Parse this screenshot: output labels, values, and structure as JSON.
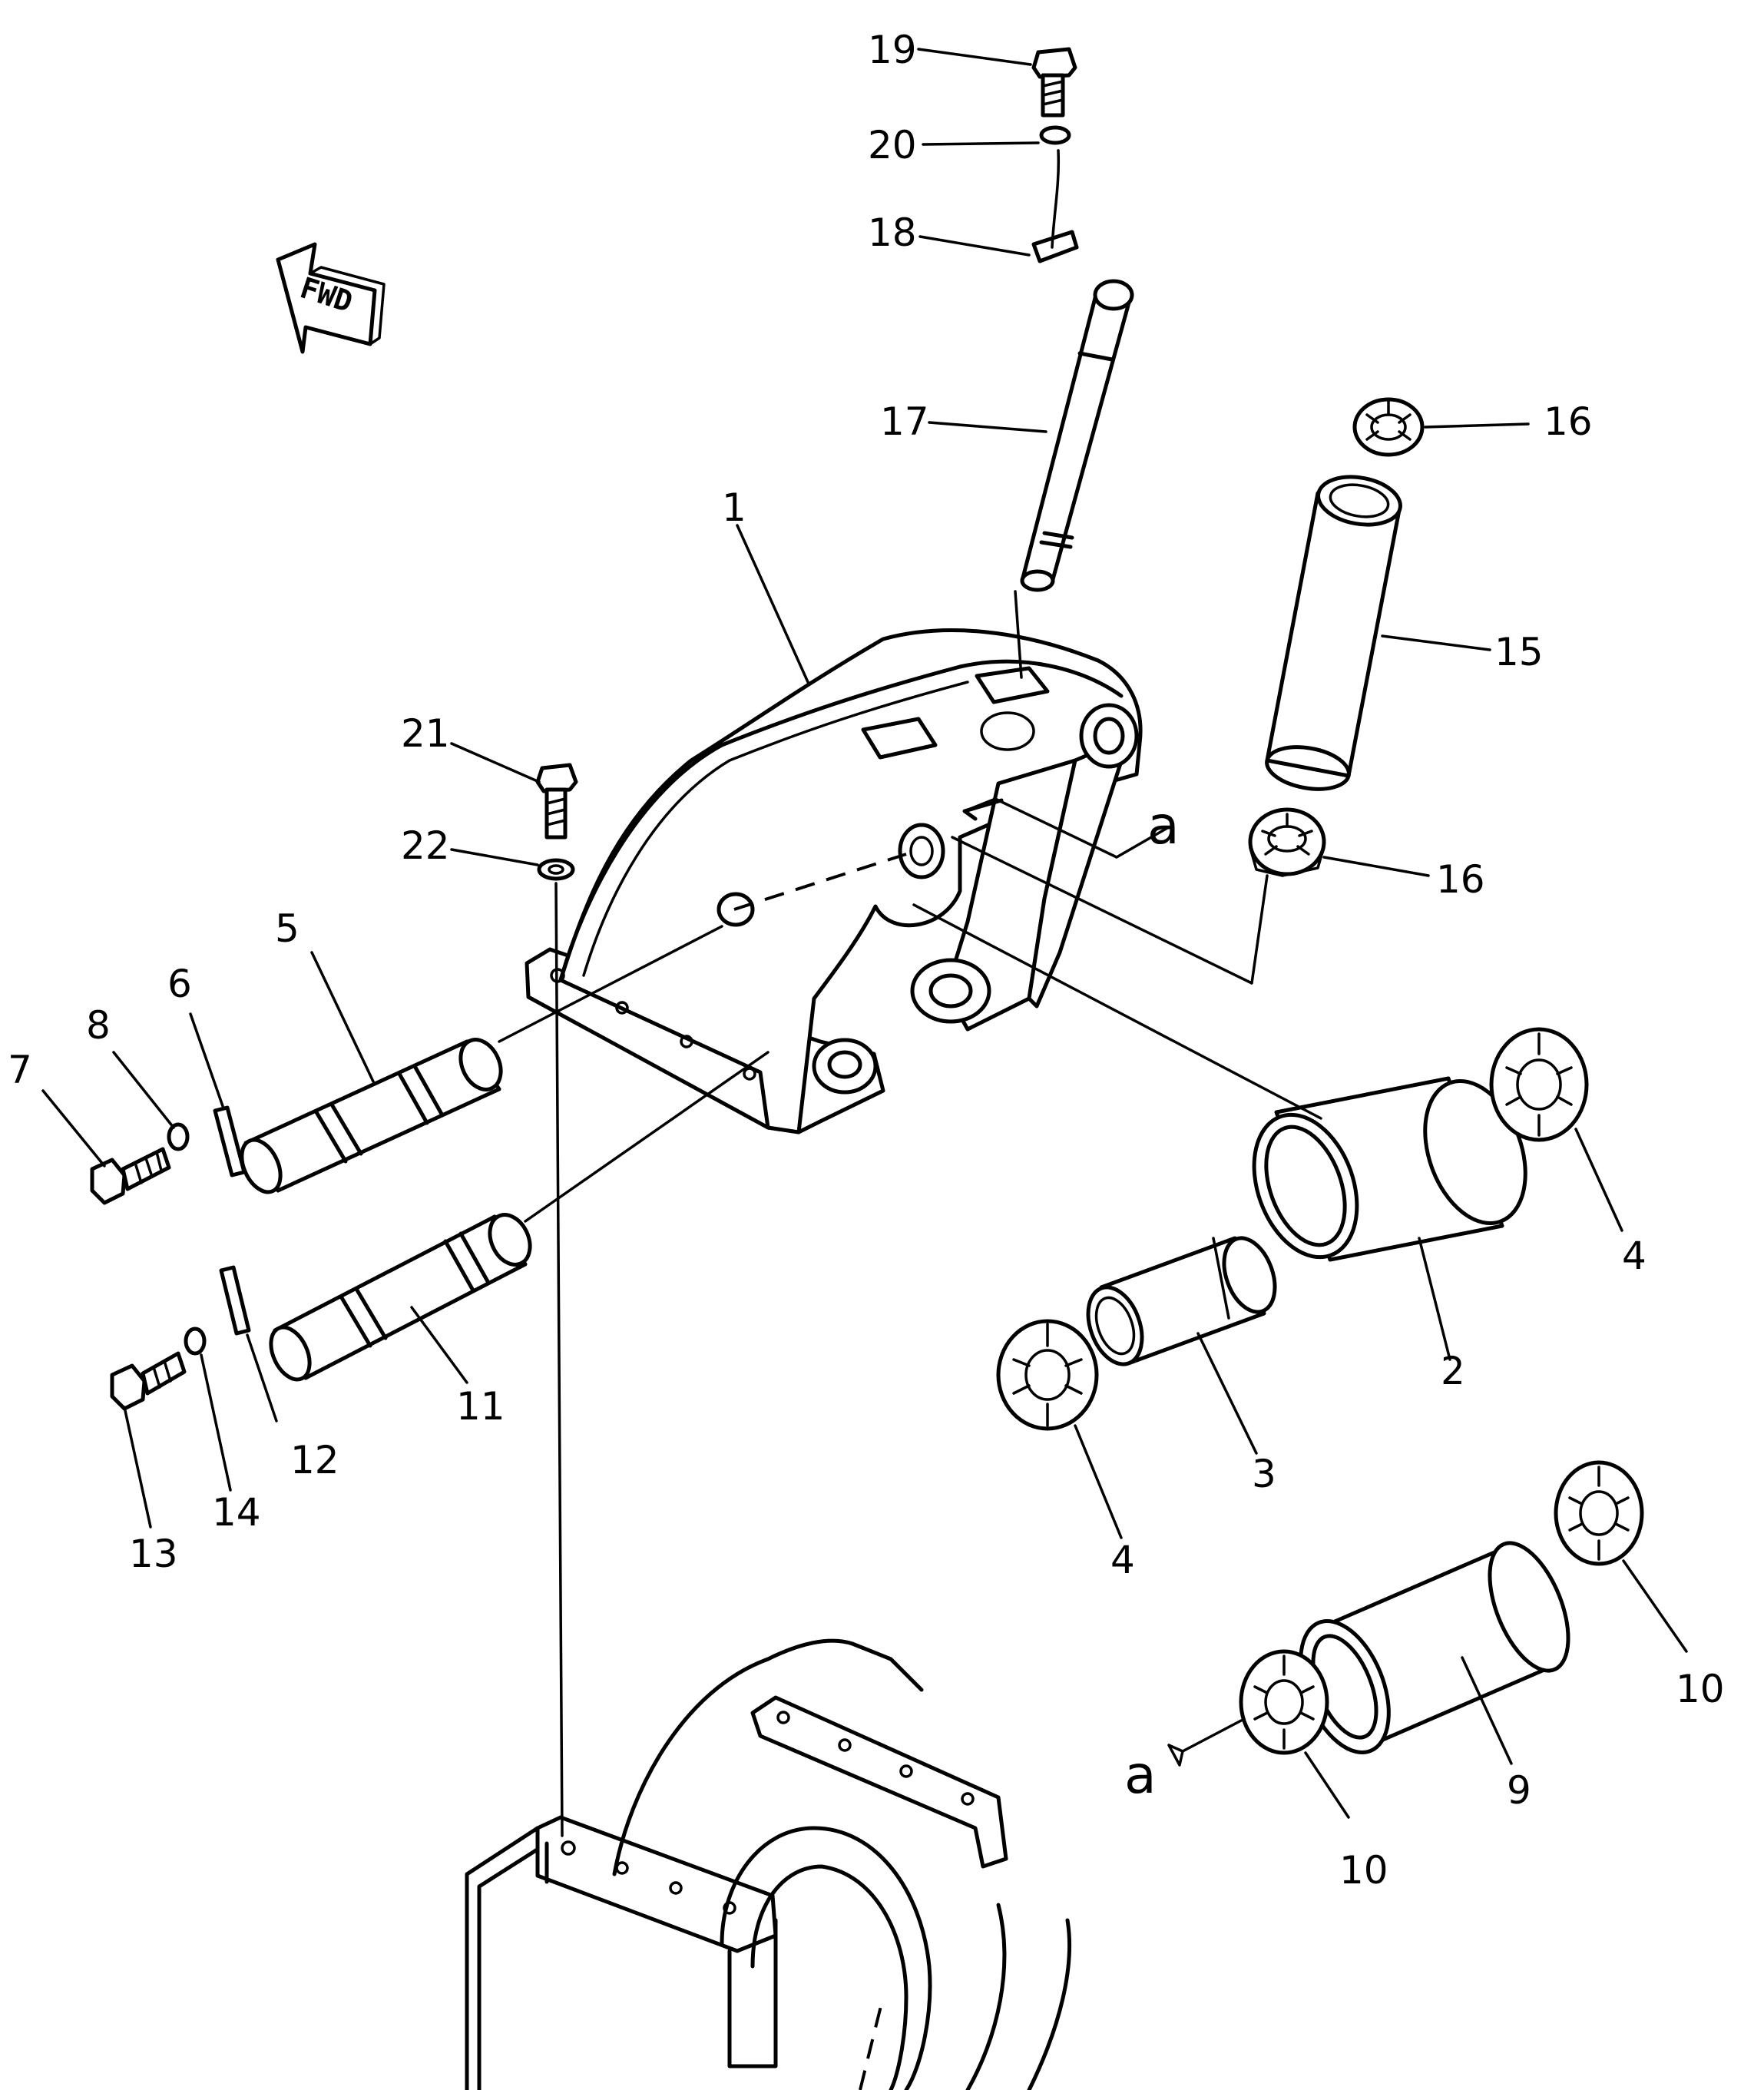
{
  "direction_marker": {
    "text": "FWD"
  },
  "section_ref": "a",
  "callouts": [
    {
      "id": "1",
      "text": "1"
    },
    {
      "id": "2",
      "text": "2"
    },
    {
      "id": "3",
      "text": "3"
    },
    {
      "id": "4a",
      "text": "4"
    },
    {
      "id": "4b",
      "text": "4"
    },
    {
      "id": "5",
      "text": "5"
    },
    {
      "id": "6",
      "text": "6"
    },
    {
      "id": "7",
      "text": "7"
    },
    {
      "id": "8",
      "text": "8"
    },
    {
      "id": "9",
      "text": "9"
    },
    {
      "id": "10a",
      "text": "10"
    },
    {
      "id": "10b",
      "text": "10"
    },
    {
      "id": "11",
      "text": "11"
    },
    {
      "id": "12",
      "text": "12"
    },
    {
      "id": "13",
      "text": "13"
    },
    {
      "id": "14",
      "text": "14"
    },
    {
      "id": "15",
      "text": "15"
    },
    {
      "id": "16a",
      "text": "16"
    },
    {
      "id": "16b",
      "text": "16"
    },
    {
      "id": "17",
      "text": "17"
    },
    {
      "id": "18",
      "text": "18"
    },
    {
      "id": "19",
      "text": "19"
    },
    {
      "id": "20",
      "text": "20"
    },
    {
      "id": "21",
      "text": "21"
    },
    {
      "id": "22",
      "text": "22"
    }
  ]
}
